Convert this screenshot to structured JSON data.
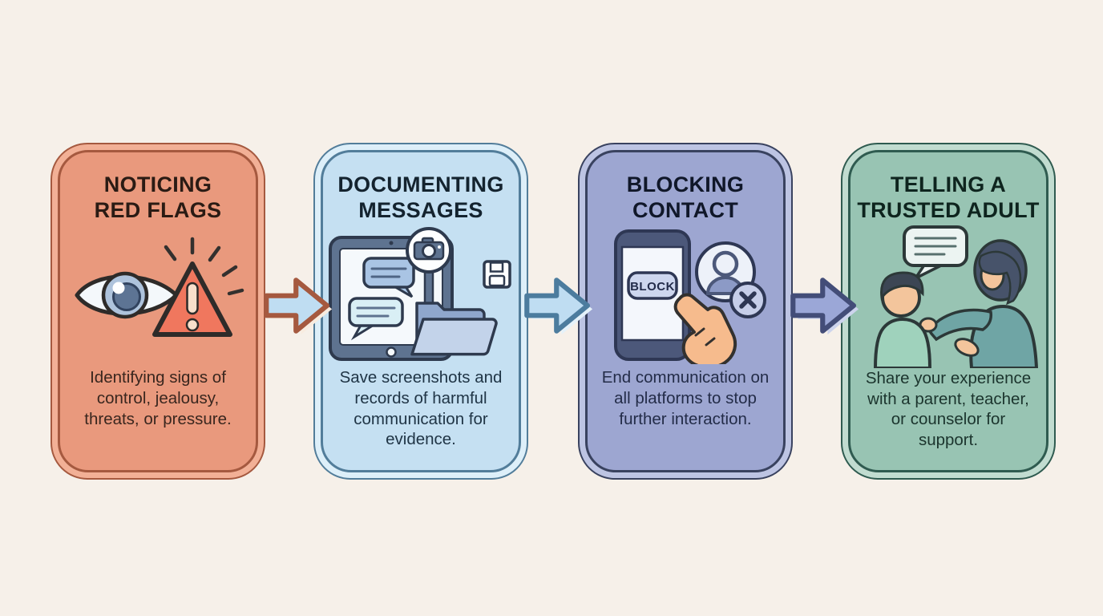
{
  "page": {
    "background": "#F6F0E9"
  },
  "steps": [
    {
      "title": "NOTICING RED FLAGS",
      "title_lines": [
        "NOTICING",
        "RED FLAGS"
      ],
      "description": "Identifying signs of control, jealousy, threats, or pressure.",
      "icon": "eye-warning-icon",
      "colors": {
        "fill": "#E9997D",
        "edge": "#F2B096",
        "border": "#A5593F",
        "title_text": "#2A1B14",
        "desc_text": "#39261E"
      }
    },
    {
      "title": "DOCUMENTING MESSAGES",
      "title_lines": [
        "DOCUMENTING",
        "MESSAGES"
      ],
      "description": "Save screenshots and records of harmful communication for evidence.",
      "icon": "screenshot-evidence-icon",
      "colors": {
        "fill": "#C5E0F2",
        "edge": "#DDEFF9",
        "border": "#527D9A",
        "title_text": "#14232F",
        "desc_text": "#203546"
      }
    },
    {
      "title": "BLOCKING CONTACT",
      "title_lines": [
        "BLOCKING",
        "CONTACT"
      ],
      "description": "End communication on all platforms to stop further interaction.",
      "icon": "block-contact-icon",
      "icon_labels": {
        "block_button": "BLOCK"
      },
      "colors": {
        "fill": "#9DA6D1",
        "edge": "#BDC4E3",
        "border": "#39425F",
        "title_text": "#101729",
        "desc_text": "#232C48"
      }
    },
    {
      "title": "TELLING A TRUSTED ADULT",
      "title_lines": [
        "TELLING A",
        "TRUSTED ADULT"
      ],
      "description": "Share your experience with a parent, teacher, or counselor for support.",
      "icon": "adult-child-talk-icon",
      "colors": {
        "fill": "#98C4B3",
        "edge": "#C1DCD0",
        "border": "#2F5B50",
        "title_text": "#0E241E",
        "desc_text": "#1B342D"
      }
    }
  ],
  "arrows": [
    {
      "direction": "right",
      "fill": "#BFDDF2",
      "stroke": "#A5593F",
      "glow": "#F8ECE0"
    },
    {
      "direction": "right",
      "fill": "#BFDDF2",
      "stroke": "#4C7C9E",
      "glow": "#E5F2FA"
    },
    {
      "direction": "right",
      "fill": "#9BA7D7",
      "stroke": "#434D78",
      "glow": "#CDD4ED"
    }
  ]
}
